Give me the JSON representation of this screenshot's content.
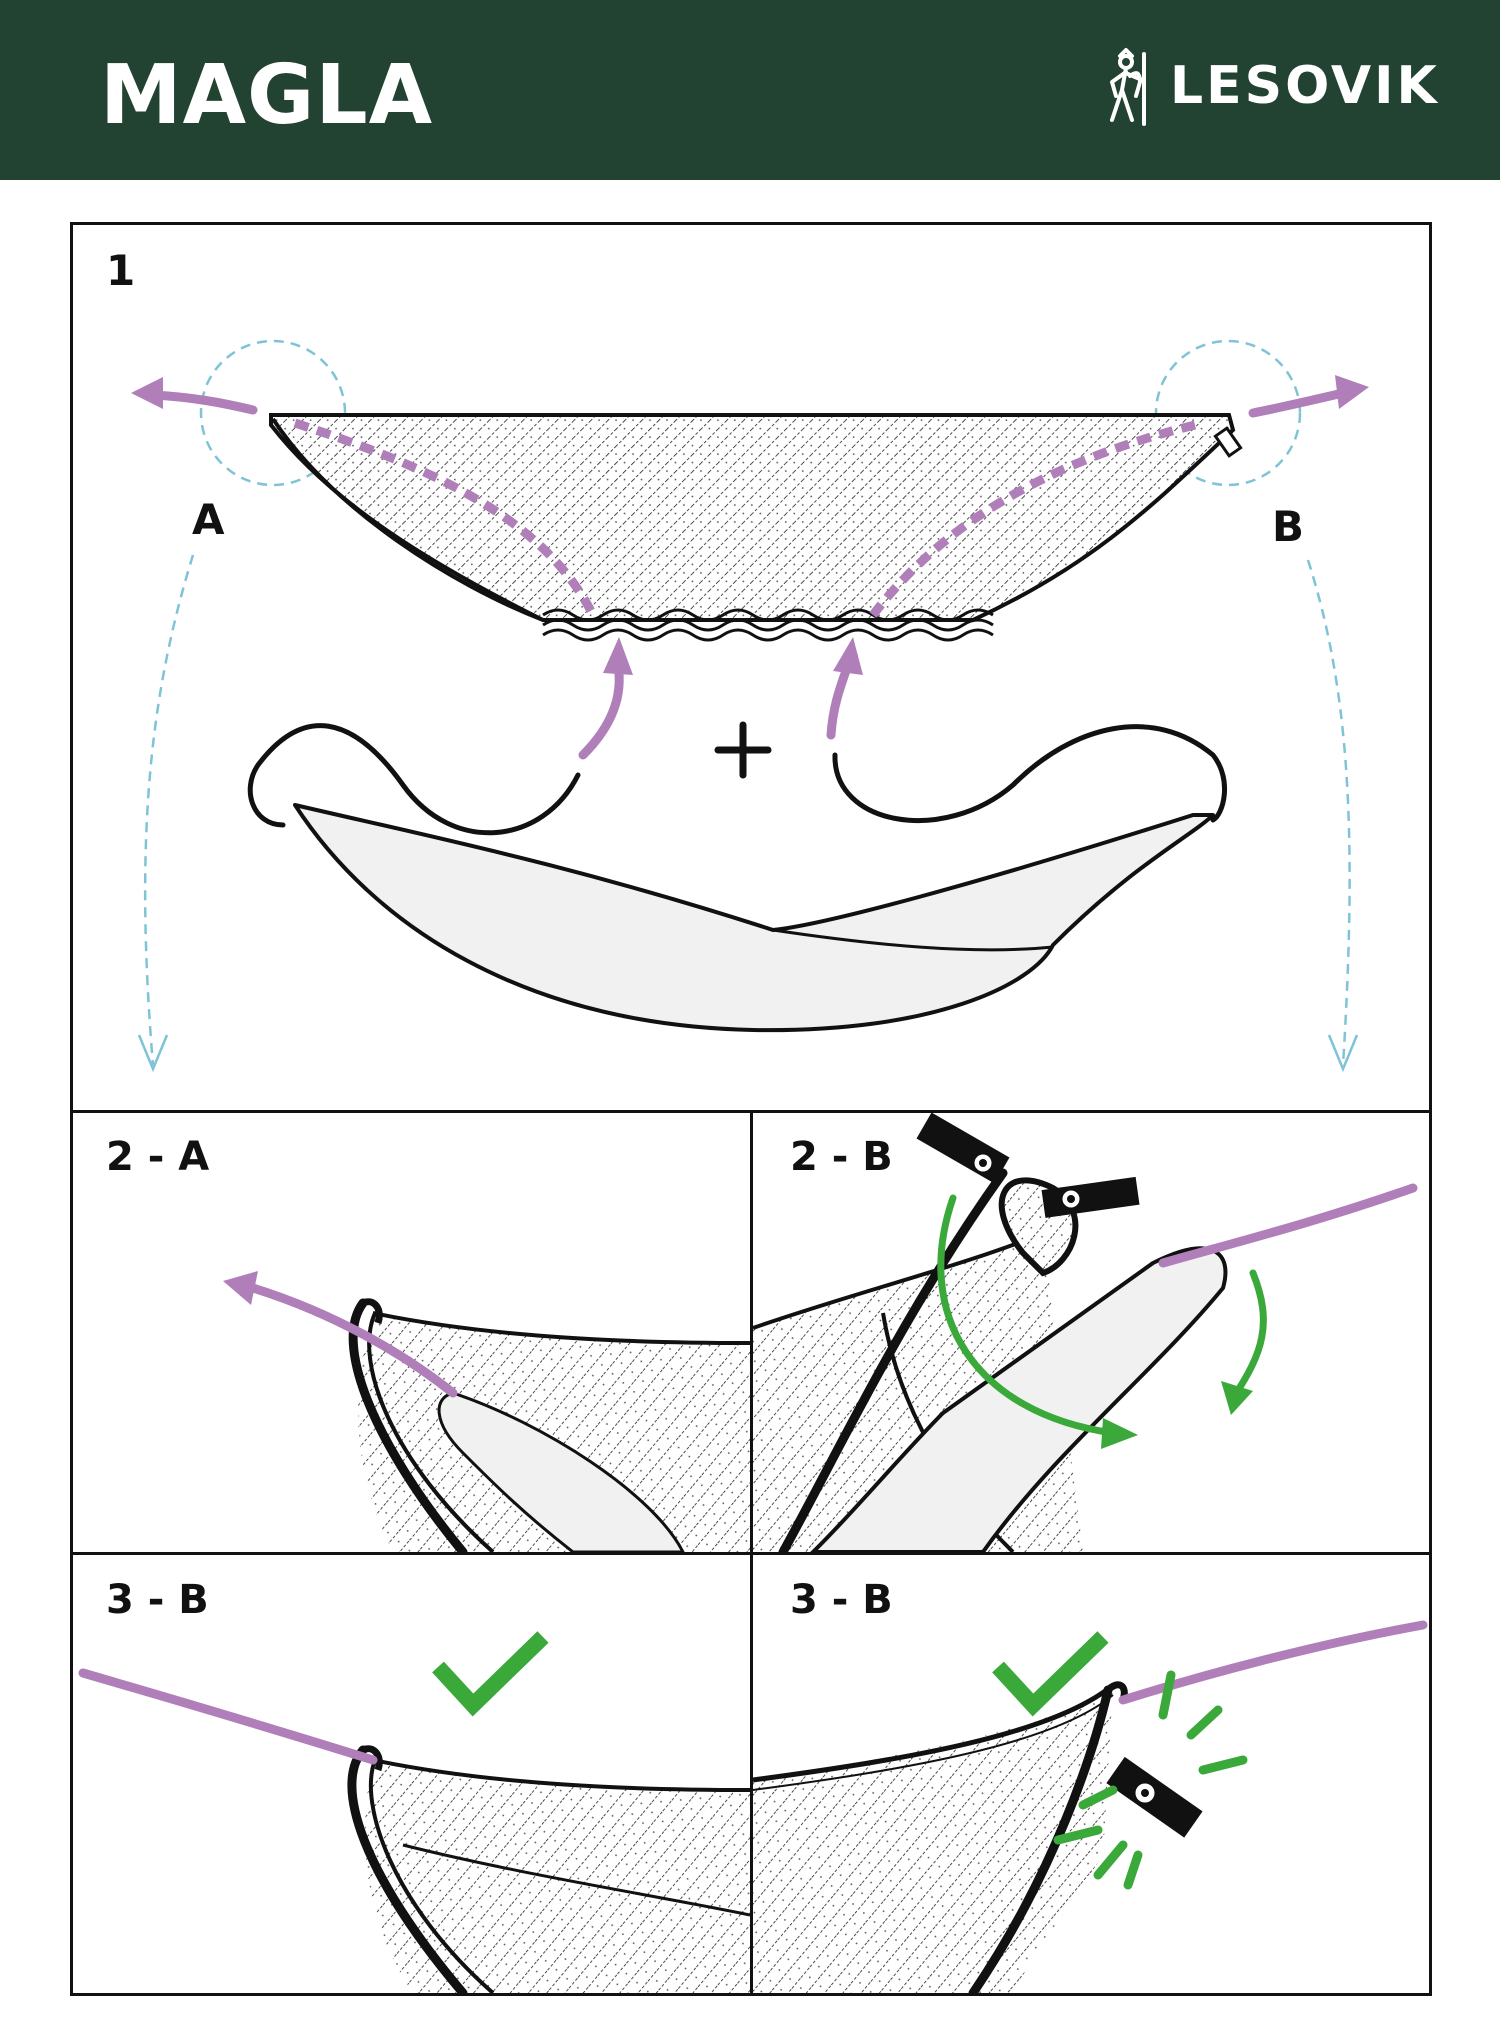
{
  "header": {
    "title": "MAGLA",
    "brand": "LESOVIK"
  },
  "panels": {
    "step1": {
      "label": "1",
      "point_a": "A",
      "point_b": "B"
    },
    "step2a": {
      "label": "2 - A"
    },
    "step2b": {
      "label": "2 - B"
    },
    "step3left": {
      "label": "3 - B"
    },
    "step3right": {
      "label": "3 - B"
    }
  },
  "colors": {
    "header_bg": "#234332",
    "arrow_purple": "#b07fba",
    "guide_blue": "#7fc3d6",
    "check_green": "#3aa93a",
    "outline": "#111111",
    "fabric_light": "#f1f1f1"
  },
  "icons": [
    "hiker-logo-icon",
    "plus-icon",
    "checkmark-icon",
    "sparkle-icon"
  ]
}
